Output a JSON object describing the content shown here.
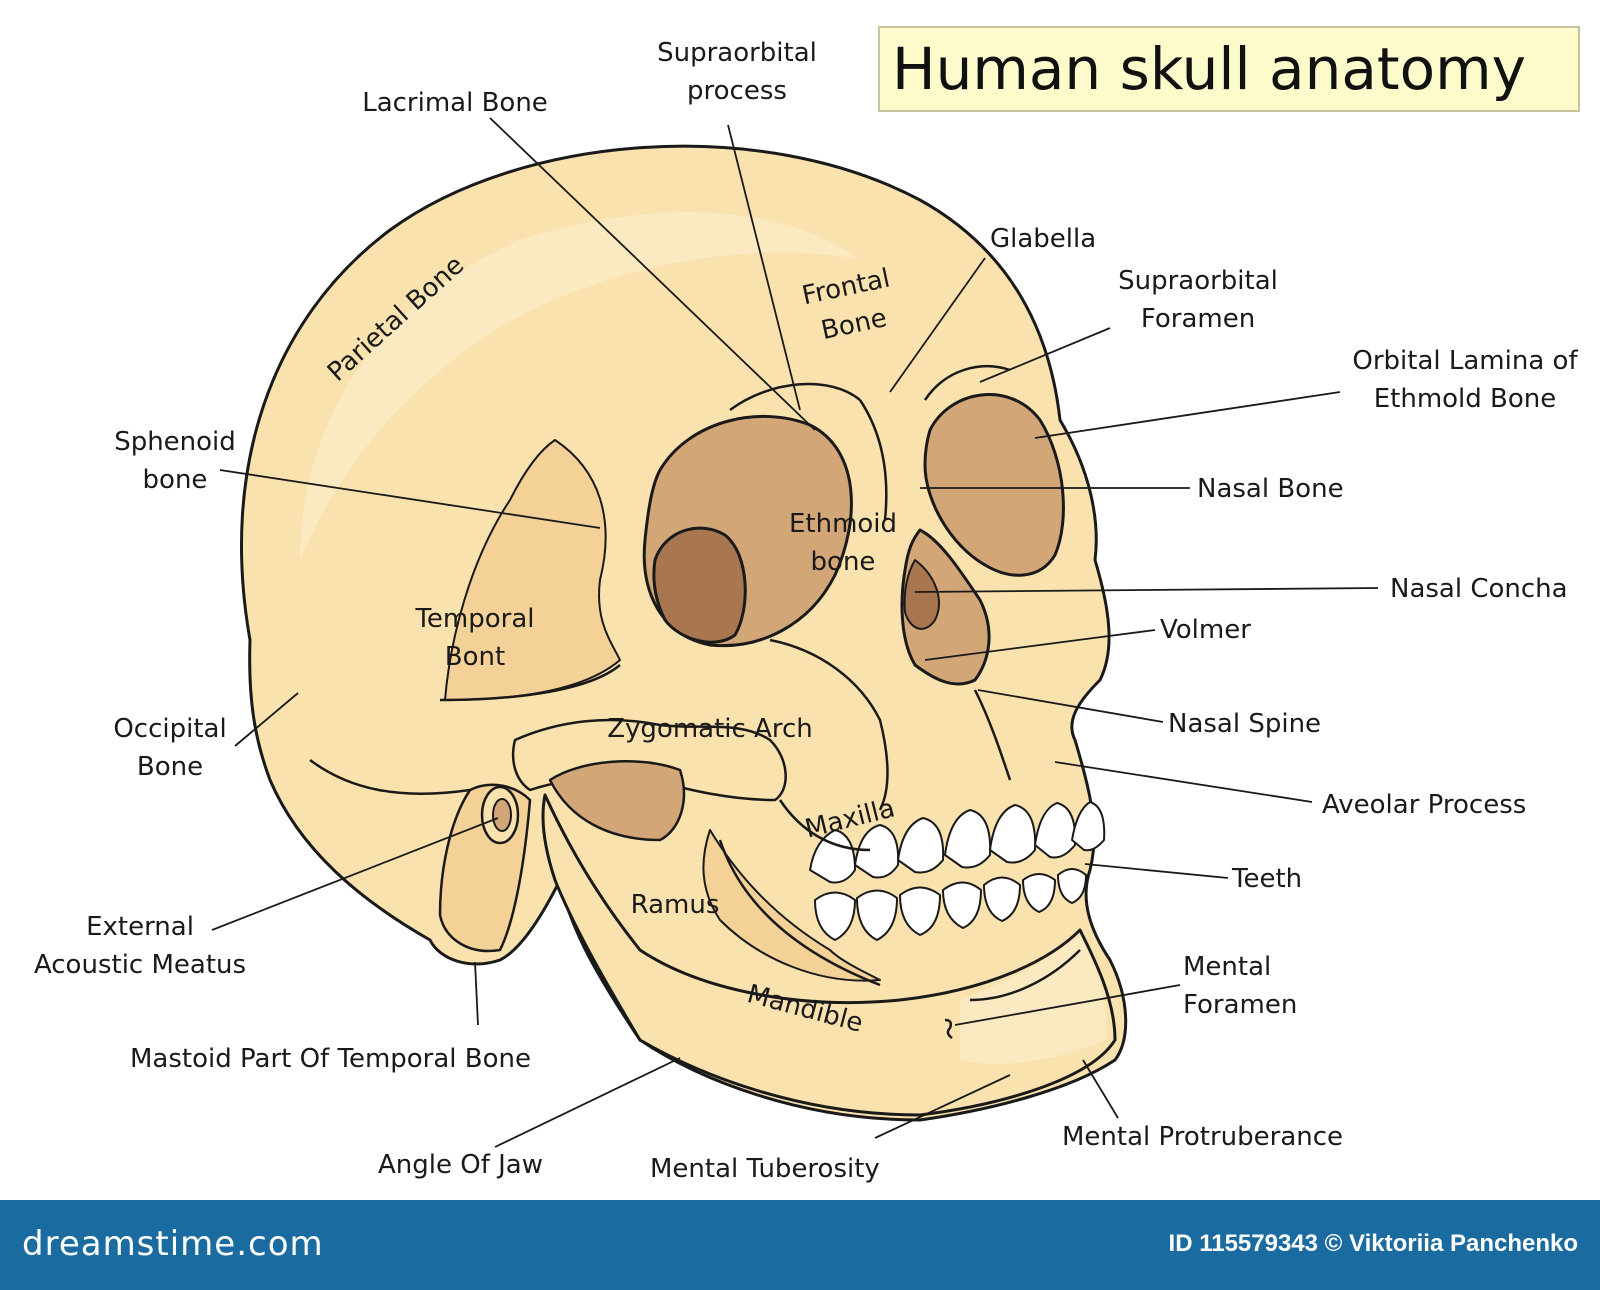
{
  "title": "Human skull anatomy",
  "labels": {
    "supraorbital_process": "Supraorbital\nprocess",
    "lacrimal_bone": "Lacrimal Bone",
    "glabella": "Glabella",
    "supraorbital_foramen": "Supraorbital\nForamen",
    "orbital_lamina": "Orbital Lamina of\nEthmold Bone",
    "nasal_bone": "Nasal Bone",
    "nasal_concha": "Nasal Concha",
    "volmer": "Volmer",
    "nasal_spine": "Nasal Spine",
    "aveolar_process": "Aveolar Process",
    "teeth": "Teeth",
    "mental_foramen": "Mental\nForamen",
    "mental_protruberance": "Mental Protruberance",
    "mental_tuberosity": "Mental Tuberosity",
    "angle_of_jaw": "Angle Of Jaw",
    "mastoid_part": "Mastoid Part Of Temporal Bone",
    "external_acoustic_meatus": "External\nAcoustic Meatus",
    "occipital_bone": "Occipital\nBone",
    "sphenoid_bone": "Sphenoid\nbone",
    "parietal_bone": "Parietal Bone",
    "frontal_bone": "Frontal\nBone",
    "ethmoid_bone": "Ethmoid\nbone",
    "temporal_bont": "Temporal\nBont",
    "zygomatic_arch": "Zygomatic Arch",
    "maxilla": "Maxilla",
    "ramus": "Ramus",
    "mandible": "Mandible"
  },
  "footer": {
    "brand": "dreamstime.com",
    "credit": "ID 115579343 © Viktoriia Panchenko"
  },
  "colors": {
    "bone": "#f9e2ad",
    "bone_shade": "#f3d197",
    "cavity": "#d2a677",
    "cavity_dark": "#a8774f",
    "outline": "#1a1a1a",
    "teeth": "#ffffff",
    "title_bg": "#fdfbcc",
    "footer_bg": "#1a6b9f"
  }
}
